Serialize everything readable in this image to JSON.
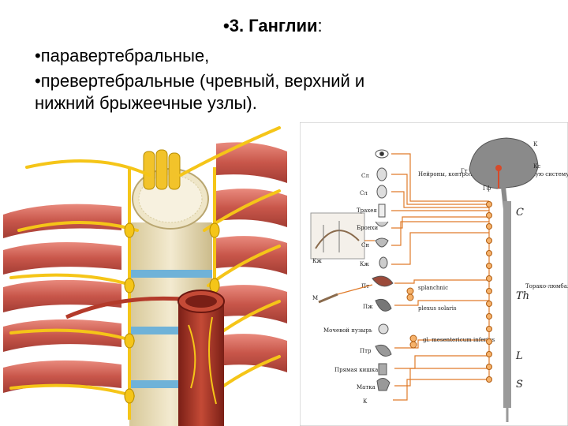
{
  "slide": {
    "heading": "•3. Ганглии",
    "heading_colon": ":",
    "line1": "•паравертебральные,",
    "line2": "•превертебральные  (чревный, верхний и",
    "line3": "нижний брыжеечные узлы)."
  },
  "diagram": {
    "organ_labels": [
      "Сл",
      "Сл",
      "Трахея",
      "Бронхи",
      "Сн",
      "Кж",
      "Пт",
      "Пж",
      "Мочевой пузырь",
      "Птр",
      "Прямая кишка",
      "Матка",
      "К"
    ],
    "left_labels": [
      "Кж",
      "М"
    ],
    "center_labels": [
      "Нейроны, контролирующие соматическую систему",
      "splanchnic",
      "plexus solaris",
      "gl. mesentericum inferius"
    ],
    "brain_labels": [
      "К",
      "Кс",
      "Гт",
      "Гф"
    ],
    "region_labels": [
      "C",
      "Th",
      "L",
      "S"
    ],
    "side_note": "Торако-люмбальный отдел"
  },
  "colors": {
    "nerve": "#f5c518",
    "muscle": "#c8564a",
    "bone": "#efe2bd",
    "artery": "#b33a2a",
    "disc": "#6fb2d8",
    "circuit": "#e07b2a",
    "brain": "#8a8a8a"
  }
}
